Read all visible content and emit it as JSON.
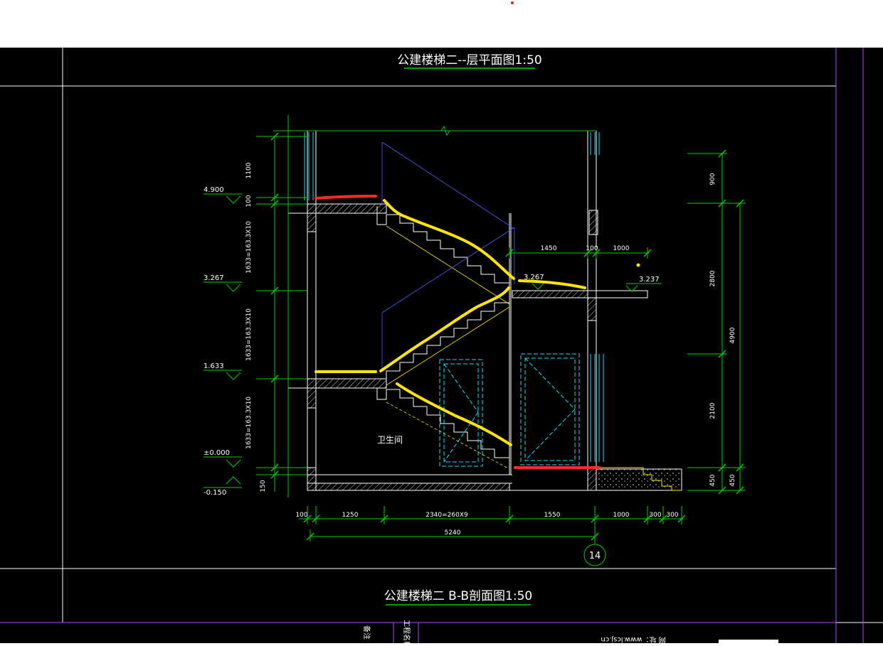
{
  "titles": {
    "plan": "公建楼梯二--层平面图1:50",
    "section": "公建楼梯二 B-B剖面图1:50"
  },
  "elevations": {
    "top": "4.900",
    "mid": "3.267",
    "low": "1.633",
    "ground": "±0.000",
    "outdoor": "-0.150",
    "landing": "3.267",
    "right": "3.237"
  },
  "left_dims": {
    "d1100": "1100",
    "d100": "100",
    "flight1": "1633=163.3X10",
    "flight2": "1633=163.3X10",
    "flight3": "1633=163.3X10",
    "d150": "150"
  },
  "right_dims": {
    "d900": "900",
    "d2800": "2800",
    "d2100": "2100",
    "d450a": "450",
    "d4900": "4900",
    "d450b": "450"
  },
  "top_dims": {
    "d1450": "1450",
    "d100": "100",
    "d1000": "1000"
  },
  "bottom_dims": {
    "d100": "100",
    "d1250": "1250",
    "d2340": "2340=260X9",
    "d1550": "1550",
    "d1000": "1000",
    "d300a": "300",
    "d300b": "300",
    "total": "5240"
  },
  "room_label": "卫生间",
  "axis_label": "14",
  "titleblock": {
    "url": "网 址：www.lcsj.cn",
    "note": "备注",
    "proj": "工程名称"
  },
  "colors": {
    "background": "#000000",
    "frame": "#ffffff",
    "dimension": "#00d000",
    "wall": "#ffffff",
    "window": "#00e5ff",
    "guide": "#4a5cff",
    "highlight_yellow": "#ffe600",
    "highlight_red": "#ff2a2a",
    "border_magenta": "#c040ff"
  }
}
